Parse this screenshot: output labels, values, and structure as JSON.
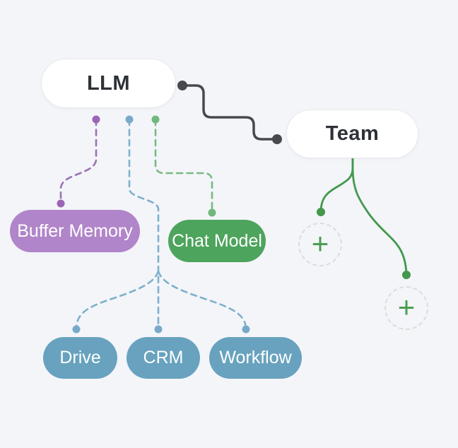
{
  "canvas": {
    "description": "workflow node diagram"
  },
  "nodes": {
    "llm": {
      "label": "LLM",
      "type": "agent",
      "color": "#ffffff"
    },
    "team": {
      "label": "Team",
      "type": "agent",
      "color": "#ffffff"
    },
    "buffer_memory": {
      "label": "Buffer Memory",
      "type": "memory",
      "color": "#b185c9"
    },
    "chat_model": {
      "label": "Chat Model",
      "type": "model",
      "color": "#4da45c"
    },
    "drive": {
      "label": "Drive",
      "type": "tool",
      "color": "#68a2be"
    },
    "crm": {
      "label": "CRM",
      "type": "tool",
      "color": "#68a2be"
    },
    "workflow": {
      "label": "Workflow",
      "type": "tool",
      "color": "#68a2be"
    }
  },
  "placeholders": {
    "plus_icon": "+",
    "count": 2
  },
  "edges": [
    {
      "from": "LLM",
      "to": "Team",
      "style": "solid",
      "color": "#47494e"
    },
    {
      "from": "LLM",
      "to": "Buffer Memory",
      "style": "dashed",
      "color": "#9c74b4"
    },
    {
      "from": "LLM",
      "to": "Chat Model",
      "style": "dashed",
      "color": "#77bb81"
    },
    {
      "from": "LLM",
      "to": "Drive",
      "style": "dashed",
      "color": "#7fb0cb"
    },
    {
      "from": "LLM",
      "to": "CRM",
      "style": "dashed",
      "color": "#7fb0cb"
    },
    {
      "from": "LLM",
      "to": "Workflow",
      "style": "dashed",
      "color": "#7fb0cb"
    },
    {
      "from": "Team",
      "to": "add-node-1",
      "style": "solid",
      "color": "#43984c"
    },
    {
      "from": "Team",
      "to": "add-node-2",
      "style": "solid",
      "color": "#43984c"
    }
  ],
  "colors": {
    "background": "#f3f5f9",
    "edge_dark": "#47494e",
    "edge_purple": "#9c74b4",
    "edge_blue": "#7fb0cb",
    "edge_green_dashed": "#77bb81",
    "edge_green_solid": "#43984c",
    "placeholder_border": "#d8ded8",
    "plus_green": "#4a9e52",
    "port_purple": "#9c64b4",
    "port_blue": "#78aac8",
    "port_green": "#71b87c"
  }
}
